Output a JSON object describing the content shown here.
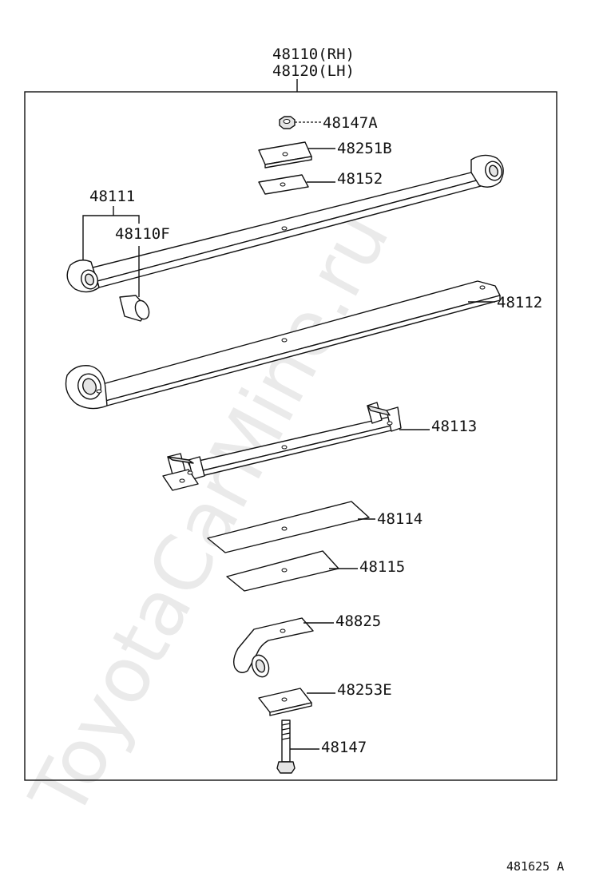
{
  "assembly": {
    "label_rh": "48110(RH)",
    "label_lh": "48120(LH)"
  },
  "parts": {
    "p48147A": "48147A",
    "p48251B": "48251B",
    "p48152": "48152",
    "p48111": "48111",
    "p48110F": "48110F",
    "p48112": "48112",
    "p48113": "48113",
    "p48114": "48114",
    "p48115": "48115",
    "p48825": "48825",
    "p48253E": "48253E",
    "p48147": "48147"
  },
  "watermark": "ToyotaCarMine.ru",
  "reference_code": "481625 A",
  "colors": {
    "line": "#111111",
    "watermark": "#d9d9d9",
    "background": "#ffffff"
  }
}
